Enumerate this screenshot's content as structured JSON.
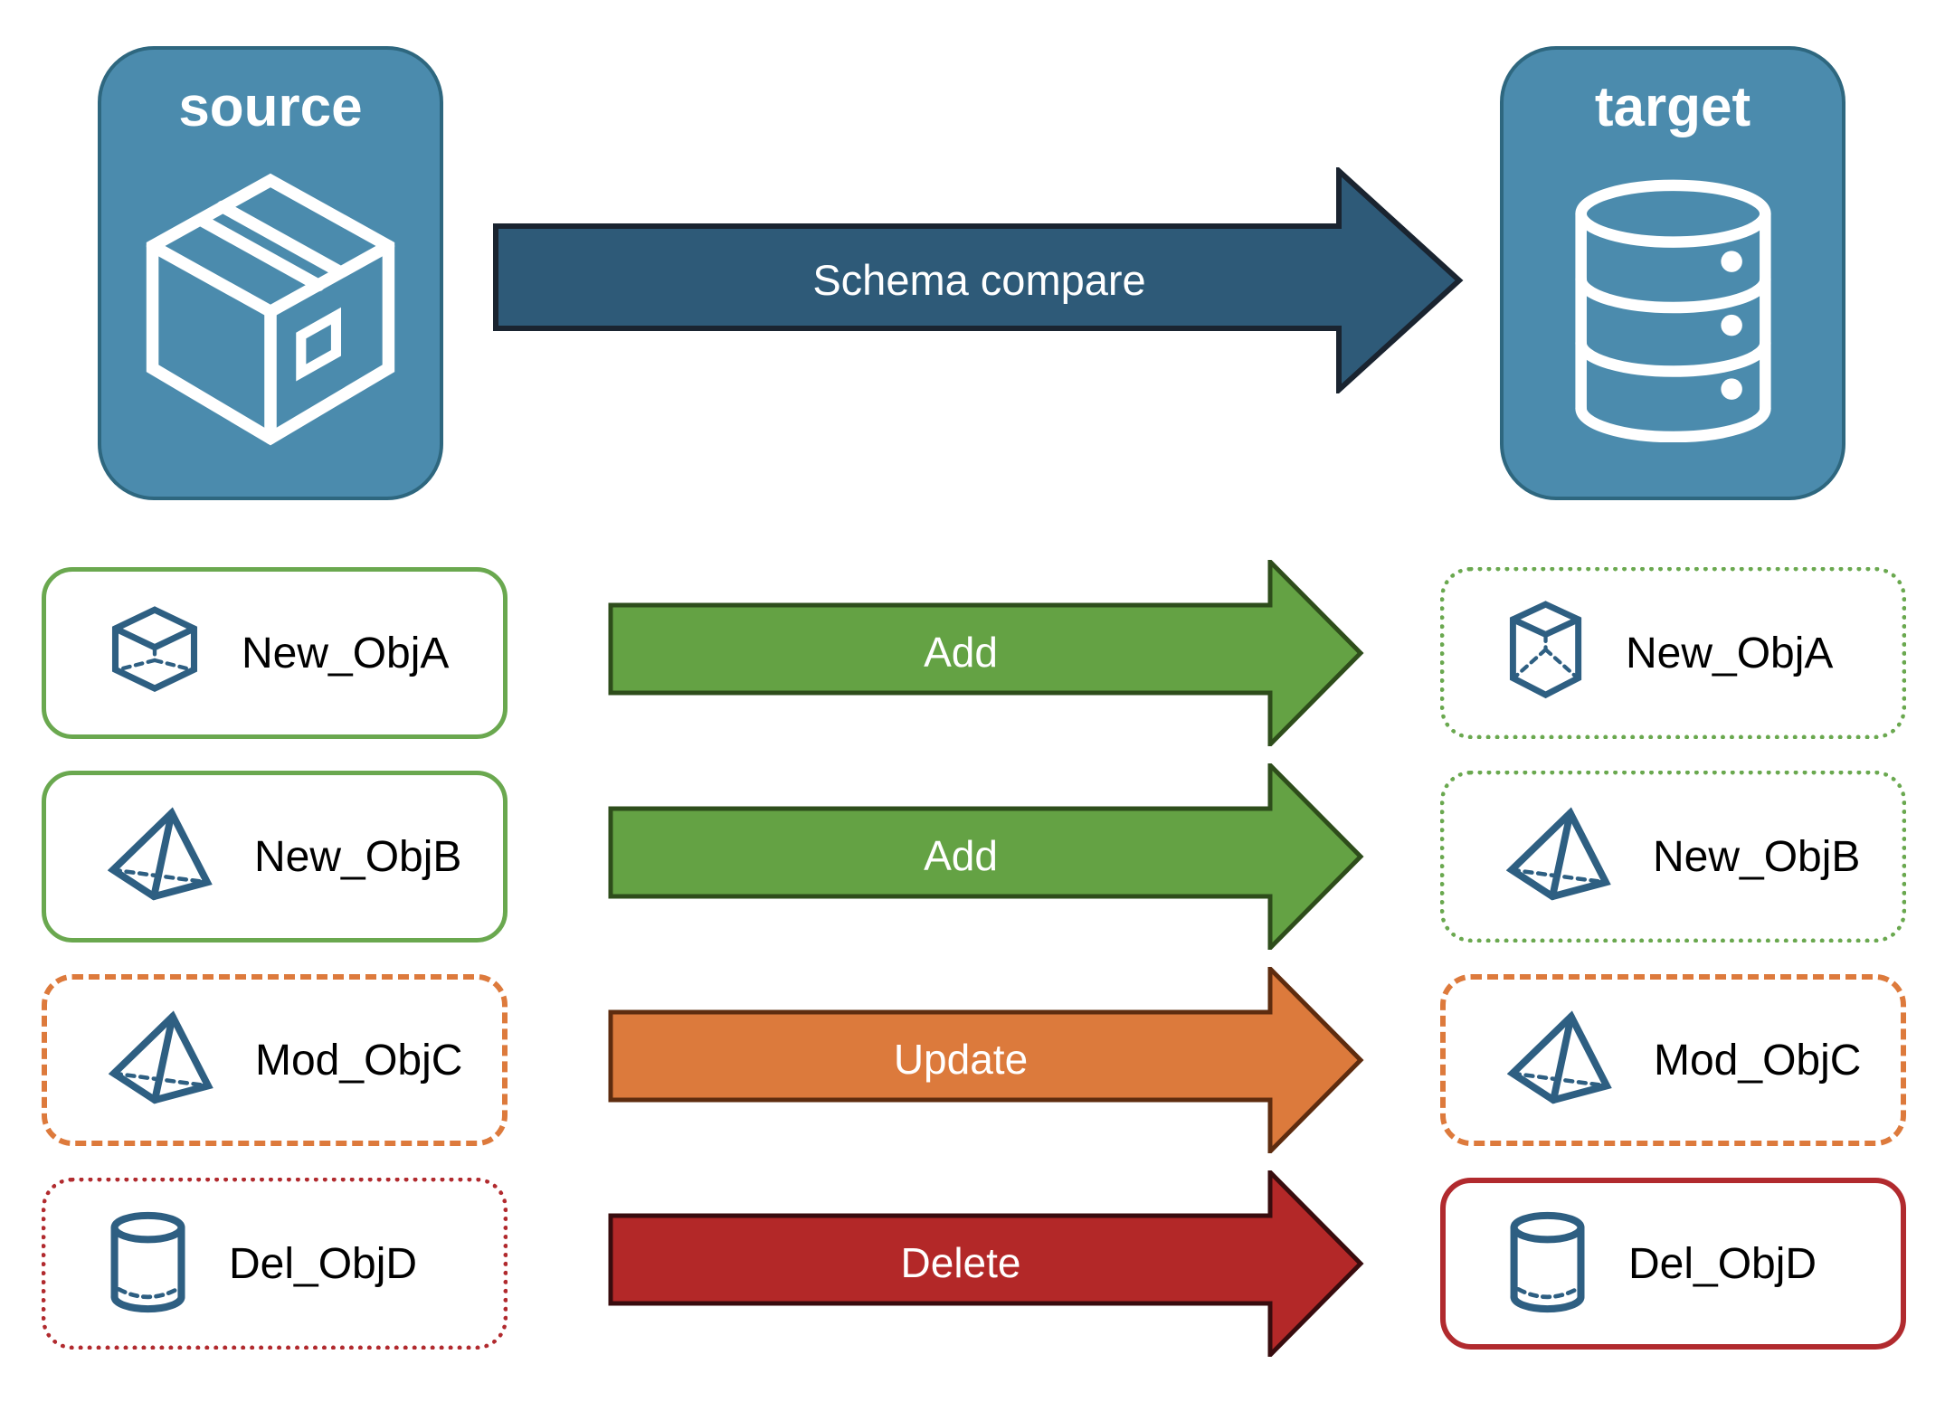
{
  "diagram": {
    "source": {
      "title": "source",
      "icon": "package-icon"
    },
    "target": {
      "title": "target",
      "icon": "database-icon"
    },
    "compare_arrow": {
      "label": "Schema compare",
      "fill": "#2e5a78",
      "border": "#1a2430"
    }
  },
  "rows": [
    {
      "object": "New_ObjA",
      "action": "Add",
      "icon": "cube-icon",
      "source_border": "solid green",
      "target_border": "dotted green",
      "arrow_fill": "#64a244",
      "arrow_border": "#2e4d1b",
      "box_border_color": "#6aa84f"
    },
    {
      "object": "New_ObjB",
      "action": "Add",
      "icon": "pyramid-icon",
      "source_border": "solid green",
      "target_border": "dotted green",
      "arrow_fill": "#64a244",
      "arrow_border": "#2e4d1b",
      "box_border_color": "#6aa84f"
    },
    {
      "object": "Mod_ObjC",
      "action": "Update",
      "icon": "pyramid-icon",
      "source_border": "dashed orange",
      "target_border": "dashed orange",
      "arrow_fill": "#dc7a3c",
      "arrow_border": "#5e2c0f",
      "box_border_color": "#dd7a3c"
    },
    {
      "object": "Del_ObjD",
      "action": "Delete",
      "icon": "cylinder-icon",
      "source_border": "dotted red",
      "target_border": "solid red",
      "arrow_fill": "#b32828",
      "arrow_border": "#380c0e",
      "box_border_color": "#b12a2e"
    }
  ],
  "colors": {
    "panel_fill": "#4b8bad",
    "panel_border": "#2e677f",
    "panel_text": "#ffffff",
    "object_icon_stroke": "#2e5f82",
    "object_label_text": "#000000",
    "green": "#6aa84f",
    "orange": "#dd7a3c",
    "red": "#b12a2e",
    "compare_arrow_fill": "#2e5a78"
  }
}
